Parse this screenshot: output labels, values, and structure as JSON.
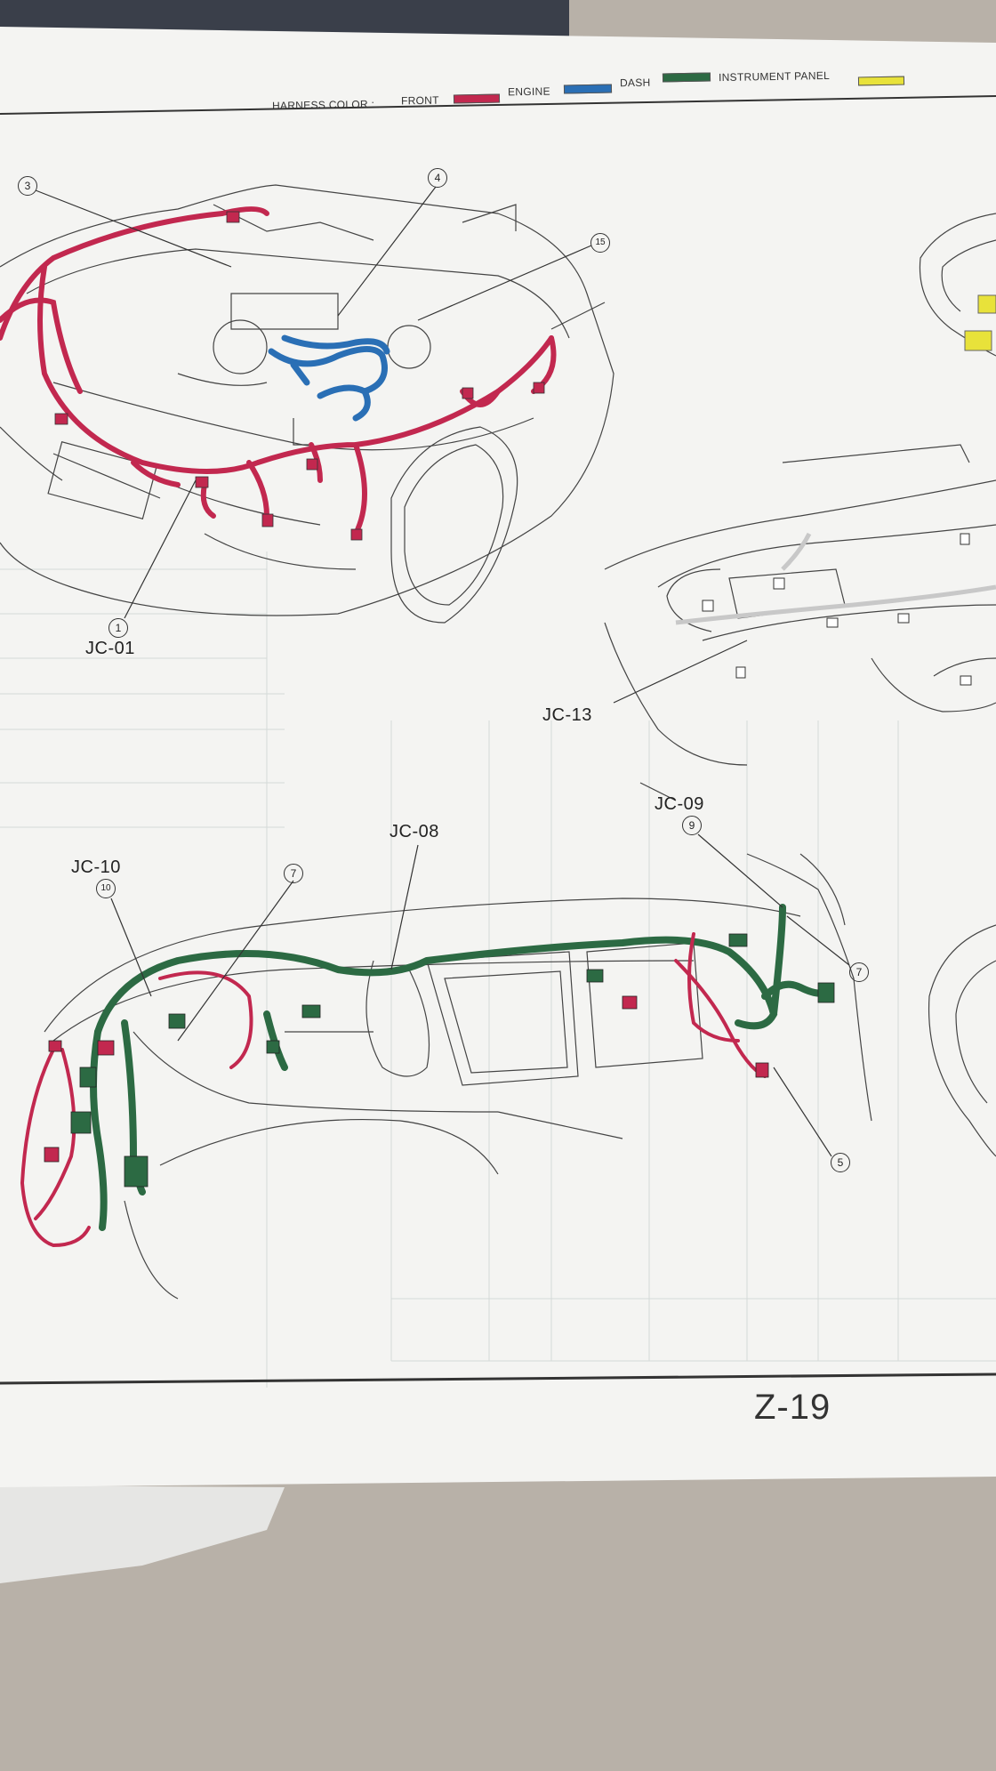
{
  "legend": {
    "prefix": "HARNESS COLOR :",
    "items": [
      {
        "label": "FRONT",
        "color": "#c2284f"
      },
      {
        "label": "ENGINE",
        "color": "#2a6fb5"
      },
      {
        "label": "DASH",
        "color": "#2c6a43"
      },
      {
        "label": "INSTRUMENT PANEL",
        "color": "#e8e23a"
      }
    ]
  },
  "colors": {
    "front": "#c2284f",
    "engine": "#2a6fb5",
    "dash": "#2c6a43",
    "instrument_panel": "#e8e23a",
    "paper": "#f3f3f1",
    "background": "#b7b0a7"
  },
  "labels": {
    "jc01": "JC-01",
    "jc13": "JC-13",
    "jc10": "JC-10",
    "jc08": "JC-08",
    "jc09": "JC-09"
  },
  "callouts": {
    "c3": "3",
    "c4": "4",
    "c15": "15",
    "c1": "1",
    "c10": "10",
    "c7a": "7",
    "c9": "9",
    "c7b": "7",
    "c5": "5"
  },
  "page_number": "Z-19"
}
